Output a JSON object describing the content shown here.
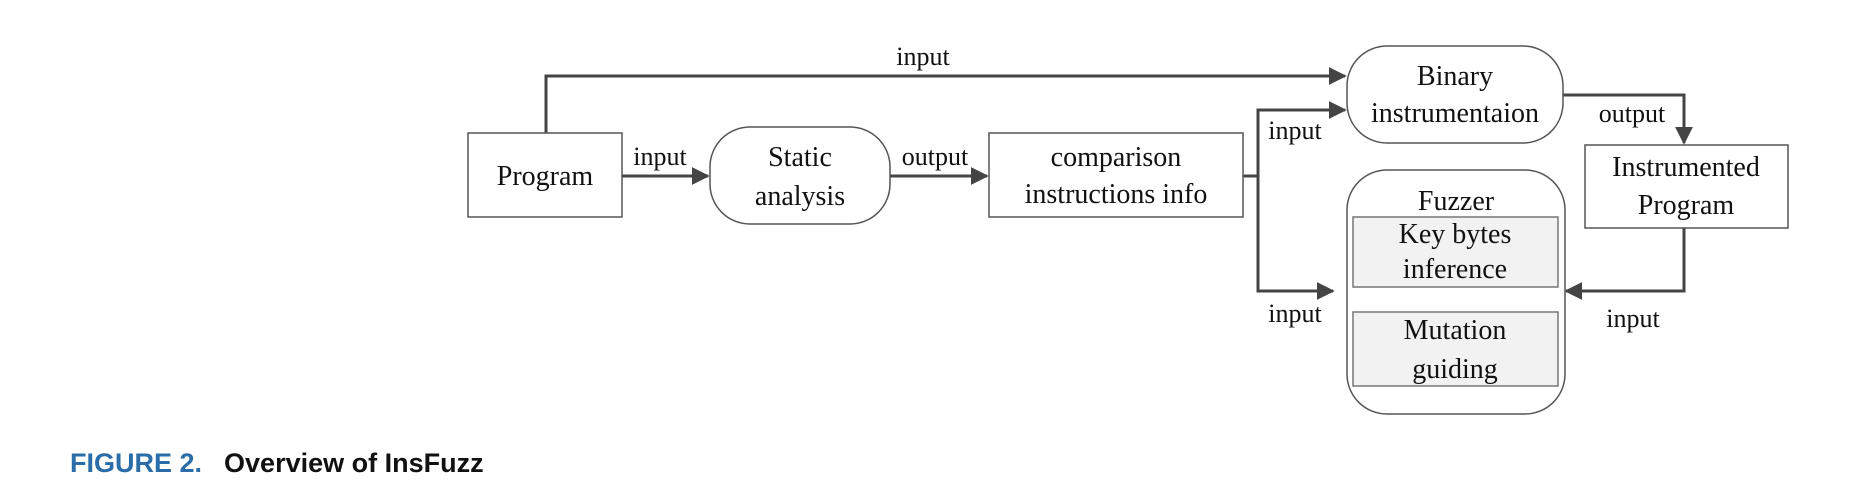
{
  "nodes": {
    "program": {
      "label": "Program"
    },
    "static_analysis": {
      "line1": "Static",
      "line2": "analysis"
    },
    "comparison_info": {
      "line1": "comparison",
      "line2": "instructions info"
    },
    "binary_instrumentation": {
      "line1": "Binary",
      "line2": "instrumentaion"
    },
    "instrumented_program": {
      "line1": "Instrumented",
      "line2": "Program"
    },
    "fuzzer": {
      "label": "Fuzzer"
    },
    "key_bytes": {
      "line1": "Key bytes",
      "line2": "inference"
    },
    "mutation": {
      "line1": "Mutation",
      "line2": "guiding"
    }
  },
  "edges": {
    "program_to_binary": "input",
    "program_to_static": "input",
    "static_to_comparison": "output",
    "comparison_to_binary": "input",
    "comparison_to_fuzzer": "input",
    "binary_to_instrumented": "output",
    "instrumented_to_fuzzer": "input"
  },
  "caption": {
    "label": "FIGURE 2.",
    "title": "Overview of InsFuzz"
  },
  "colors": {
    "caption_label": "#2a6da8",
    "stroke": "#444444"
  }
}
